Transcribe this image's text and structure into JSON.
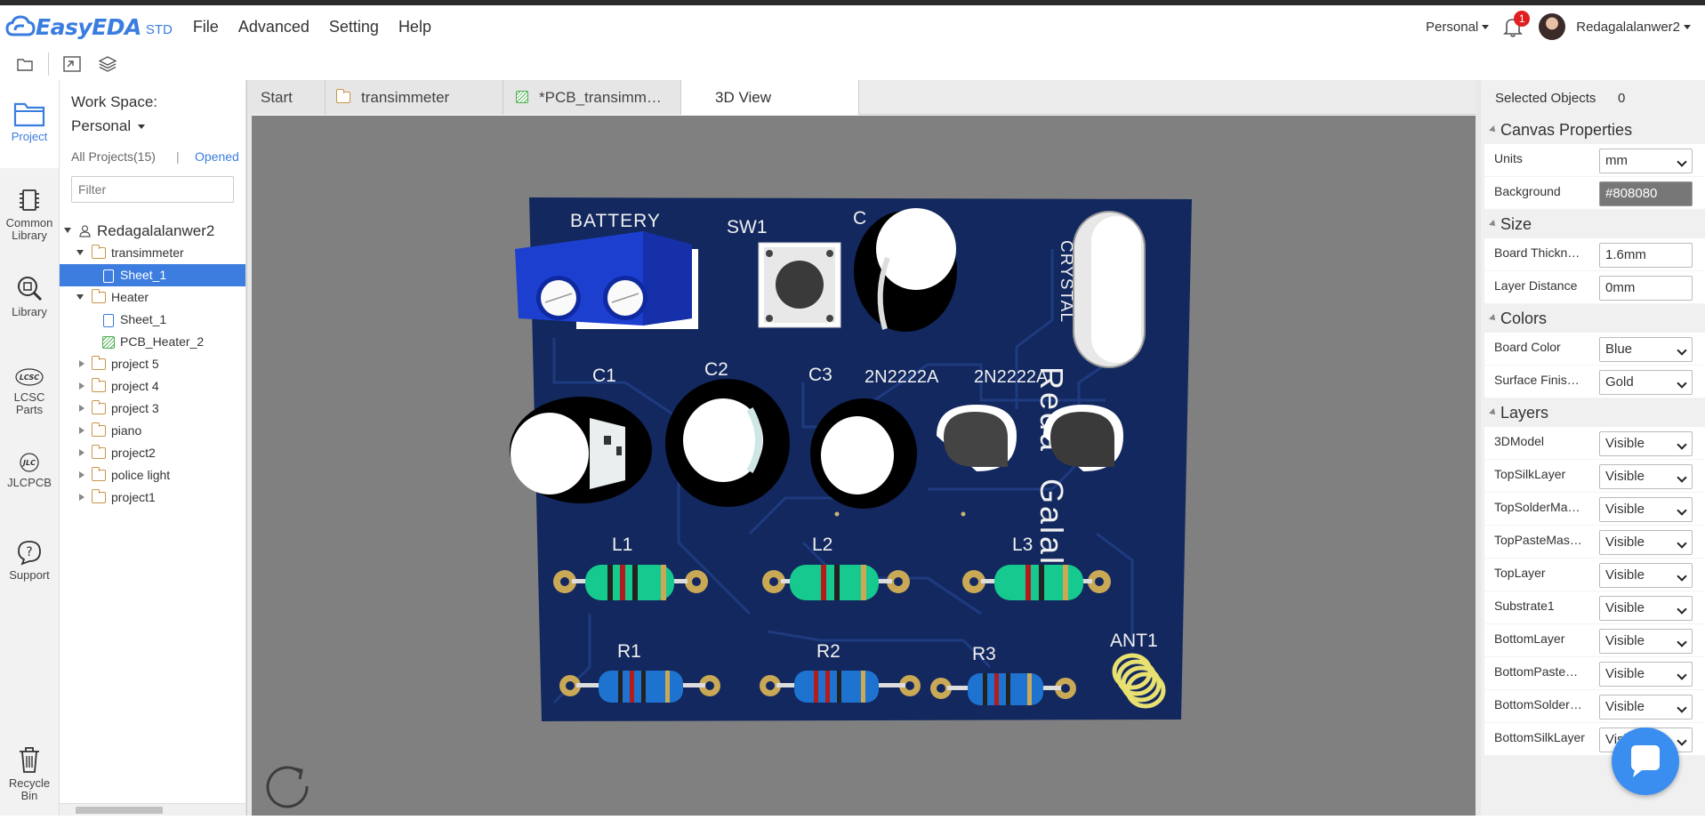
{
  "app": {
    "logo_text": "EasyEDA",
    "logo_suffix": "STD"
  },
  "menu": [
    "File",
    "Advanced",
    "Setting",
    "Help"
  ],
  "header_right": {
    "workspace_switch": "Personal",
    "notification_count": "1",
    "username": "Redagalalanwer2"
  },
  "leftnav": [
    {
      "label": "Project",
      "icon": "folder-icon"
    },
    {
      "label": "Common Library",
      "icon": "chip-icon"
    },
    {
      "label": "Library",
      "icon": "library-search-icon"
    },
    {
      "label": "LCSC Parts",
      "icon": "lcsc-icon"
    },
    {
      "label": "JLCPCB",
      "icon": "jlc-icon"
    },
    {
      "label": "Support",
      "icon": "help-icon"
    },
    {
      "label": "Recycle Bin",
      "icon": "trash-icon"
    }
  ],
  "project_panel": {
    "workspace_label": "Work Space:",
    "workspace_value": "Personal",
    "all_projects": "All Projects(15)",
    "separator": "|",
    "opened": "Opened",
    "filter_placeholder": "Filter",
    "tree": [
      {
        "label": "Redagalalanwer2",
        "type": "user"
      },
      {
        "label": "transimmeter",
        "type": "folder"
      },
      {
        "label": "Sheet_1",
        "type": "schematic"
      },
      {
        "label": "Heater",
        "type": "folder"
      },
      {
        "label": "Sheet_1",
        "type": "schematic"
      },
      {
        "label": "PCB_Heater_2",
        "type": "pcb"
      },
      {
        "label": "project 5",
        "type": "folder"
      },
      {
        "label": "project 4",
        "type": "folder"
      },
      {
        "label": "project 3",
        "type": "folder"
      },
      {
        "label": "piano",
        "type": "folder"
      },
      {
        "label": "project2",
        "type": "folder"
      },
      {
        "label": "police light",
        "type": "folder"
      },
      {
        "label": "project1",
        "type": "folder"
      }
    ]
  },
  "tabs": [
    "Start",
    "transimmeter",
    "*PCB_transimm…",
    "3D View"
  ],
  "pcb": {
    "labels": {
      "battery": "BATTERY",
      "sw1": "SW1",
      "c4": "C",
      "crystal": "CRYSTAL",
      "c1": "C1",
      "c2": "C2",
      "c3": "C3",
      "q1": "2N2222A",
      "q2": "2N2222A",
      "name1": "Reda",
      "name2": "Galal",
      "l1": "L1",
      "l2": "L2",
      "l3": "L3",
      "r1": "R1",
      "r2": "R2",
      "r3": "R3",
      "ant1": "ANT1"
    },
    "board_color": "#12285e",
    "viewport_background": "#808080"
  },
  "right_panel": {
    "selected_label": "Selected Objects",
    "selected_count": "0",
    "sections": {
      "canvas": "Canvas Properties",
      "size": "Size",
      "colors": "Colors",
      "layers": "Layers"
    },
    "canvas": [
      {
        "label": "Units",
        "value": "mm",
        "kind": "select"
      },
      {
        "label": "Background",
        "value": "#808080",
        "kind": "color"
      }
    ],
    "size": [
      {
        "label": "Board Thickn…",
        "value": "1.6mm",
        "kind": "input"
      },
      {
        "label": "Layer Distance",
        "value": "0mm",
        "kind": "input"
      }
    ],
    "colors": [
      {
        "label": "Board Color",
        "value": "Blue",
        "kind": "select"
      },
      {
        "label": "Surface Finis…",
        "value": "Gold",
        "kind": "select"
      }
    ],
    "layers": [
      {
        "label": "3DModel",
        "value": "Visible"
      },
      {
        "label": "TopSilkLayer",
        "value": "Visible"
      },
      {
        "label": "TopSolderMa…",
        "value": "Visible"
      },
      {
        "label": "TopPasteMas…",
        "value": "Visible"
      },
      {
        "label": "TopLayer",
        "value": "Visible"
      },
      {
        "label": "Substrate1",
        "value": "Visible"
      },
      {
        "label": "BottomLayer",
        "value": "Visible"
      },
      {
        "label": "BottomPaste…",
        "value": "Visible"
      },
      {
        "label": "BottomSolder…",
        "value": "Visible"
      },
      {
        "label": "BottomSilkLayer",
        "value": "Visible"
      }
    ]
  }
}
